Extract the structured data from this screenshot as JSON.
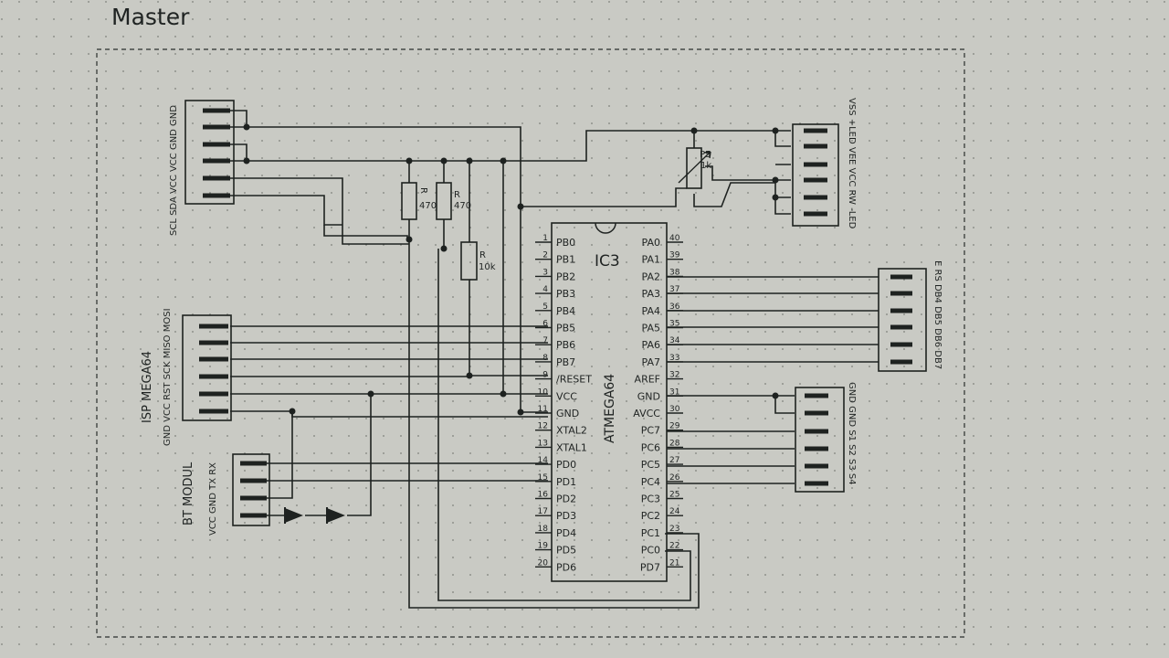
{
  "sheet": {
    "title": "Master"
  },
  "ic": {
    "ref": "IC3",
    "name": "ATMEGA64",
    "left_pins": [
      {
        "n": "1",
        "label": "PB0"
      },
      {
        "n": "2",
        "label": "PB1"
      },
      {
        "n": "3",
        "label": "PB2"
      },
      {
        "n": "4",
        "label": "PB3"
      },
      {
        "n": "5",
        "label": "PB4"
      },
      {
        "n": "6",
        "label": "PB5"
      },
      {
        "n": "7",
        "label": "PB6"
      },
      {
        "n": "8",
        "label": "PB7"
      },
      {
        "n": "9",
        "label": "/RESET"
      },
      {
        "n": "10",
        "label": "VCC"
      },
      {
        "n": "11",
        "label": "GND"
      },
      {
        "n": "12",
        "label": "XTAL2"
      },
      {
        "n": "13",
        "label": "XTAL1"
      },
      {
        "n": "14",
        "label": "PD0"
      },
      {
        "n": "15",
        "label": "PD1"
      },
      {
        "n": "16",
        "label": "PD2"
      },
      {
        "n": "17",
        "label": "PD3"
      },
      {
        "n": "18",
        "label": "PD4"
      },
      {
        "n": "19",
        "label": "PD5"
      },
      {
        "n": "20",
        "label": "PD6"
      }
    ],
    "right_pins": [
      {
        "n": "40",
        "label": "PA0"
      },
      {
        "n": "39",
        "label": "PA1"
      },
      {
        "n": "38",
        "label": "PA2"
      },
      {
        "n": "37",
        "label": "PA3"
      },
      {
        "n": "36",
        "label": "PA4"
      },
      {
        "n": "35",
        "label": "PA5"
      },
      {
        "n": "34",
        "label": "PA6"
      },
      {
        "n": "33",
        "label": "PA7"
      },
      {
        "n": "32",
        "label": "AREF"
      },
      {
        "n": "31",
        "label": "GND"
      },
      {
        "n": "30",
        "label": "AVCC"
      },
      {
        "n": "29",
        "label": "PC7"
      },
      {
        "n": "28",
        "label": "PC6"
      },
      {
        "n": "27",
        "label": "PC5"
      },
      {
        "n": "26",
        "label": "PC4"
      },
      {
        "n": "25",
        "label": "PC3"
      },
      {
        "n": "24",
        "label": "PC2"
      },
      {
        "n": "23",
        "label": "PC1"
      },
      {
        "n": "22",
        "label": "PC0"
      },
      {
        "n": "21",
        "label": "PD7"
      }
    ]
  },
  "connectors": {
    "i2c": "SCL SDA VCC VCC GND GND",
    "isp_title": "ISP MEGA64",
    "isp": "GND VCC RST SCK MISO MOSI",
    "bt_title": "BT MODUL",
    "bt": "VCC GND TX RX",
    "lcd_top": "VSS +LED VEE VCC RW -LED",
    "lcd_data": "E RS DB4 DB5 DB6 DB7",
    "buttons": "GND GND S1 S2 S3 S4"
  },
  "components": {
    "r1_ref": "R",
    "r1_val": "470",
    "r2_ref": "R",
    "r2_val": "470",
    "r3_ref": "R",
    "r3_val": "10k",
    "pot_ref": "P5",
    "pot_val": "1k"
  }
}
